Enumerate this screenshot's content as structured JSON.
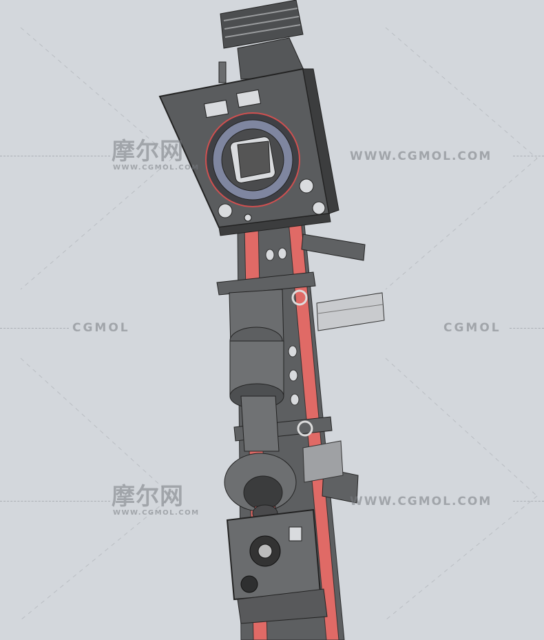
{
  "watermarks": {
    "cn_logo": "摩尔网",
    "url_small": "WWW.CGMOL.COM",
    "url": "WWW.CGMOL.COM",
    "short": "CGMOL"
  },
  "colors": {
    "background": "#d3d7dc",
    "frame": "#5b5d5f",
    "frame_dark": "#3a3b3c",
    "accent_red": "#e06a66",
    "ring_blue": "#7f86a0"
  }
}
